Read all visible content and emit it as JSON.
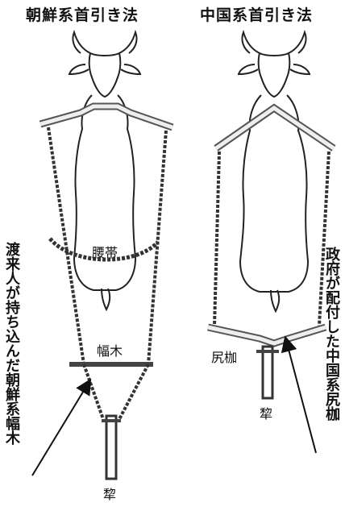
{
  "left": {
    "title": "朝鮮系首引き法",
    "label_belly": "腰帯",
    "label_yoke": "幅木",
    "label_plow": "犂",
    "side_text": "渡来人が持ち込んだ朝鮮系幅木"
  },
  "right": {
    "title": "中国系首引き法",
    "label_yoke": "尻枷",
    "label_plow": "犂",
    "side_text": "政府が配付した中国系尻枷"
  }
}
